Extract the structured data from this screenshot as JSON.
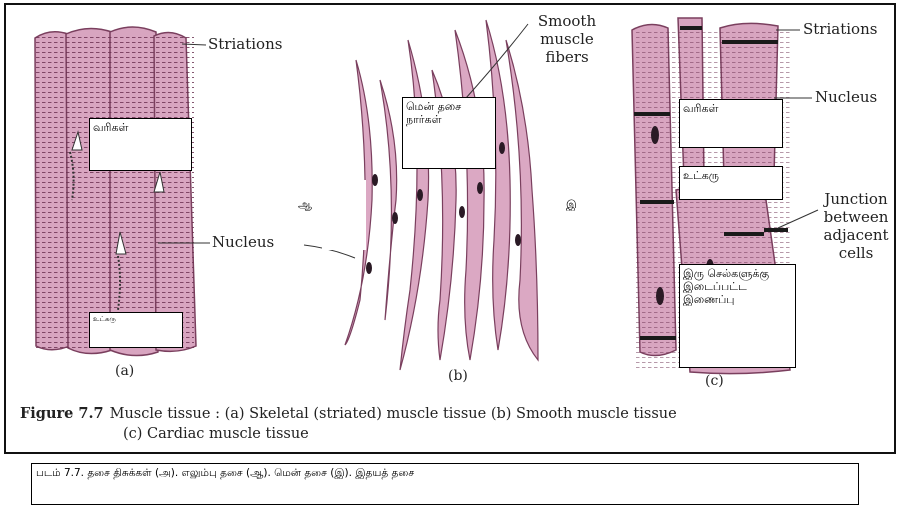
{
  "colors": {
    "muscle_fill": "#d8a5c0",
    "muscle_stroke": "#7a3f5e",
    "band": "#1a1a1a",
    "nucleus": "#2a1a25"
  },
  "labels": {
    "striations_a": "Striations",
    "nucleus_a": "Nucleus",
    "smooth_line1": "Smooth",
    "smooth_line2": "muscle",
    "smooth_line3": "fibers",
    "striations_c": "Striations",
    "nucleus_c": "Nucleus",
    "junction_line1": "Junction",
    "junction_line2": "between",
    "junction_line3": "adjacent",
    "junction_line4": "cells"
  },
  "subfigures": {
    "a": "(a)",
    "b": "(b)",
    "c": "(c)"
  },
  "tamil_markers": {
    "aa": "ஆ",
    "i": "இ"
  },
  "overlay_boxes": {
    "a_striations": "வரிகள்",
    "a_nucleus": "உட்கரு",
    "b_smooth_fibers": "மென் தசை\nநார்கள்",
    "c_striations": "வரிகள்",
    "c_nucleus": "உட்கரு",
    "c_junction": "இரு செல்களுக்கு\nஇடைப்பட்ட\nஇணைப்பு"
  },
  "caption": {
    "number": "Figure  7.7",
    "line1": "Muscle tissue : (a) Skeletal (striated) muscle tissue (b) Smooth muscle tissue",
    "line2": "(c)  Cardiac  muscle  tissue"
  },
  "tamil_caption": "படம் 7.7. தசை திசுக்கள் (அ). எலும்பு தசை (ஆ). மென் தசை (இ). இதயத் தசை"
}
